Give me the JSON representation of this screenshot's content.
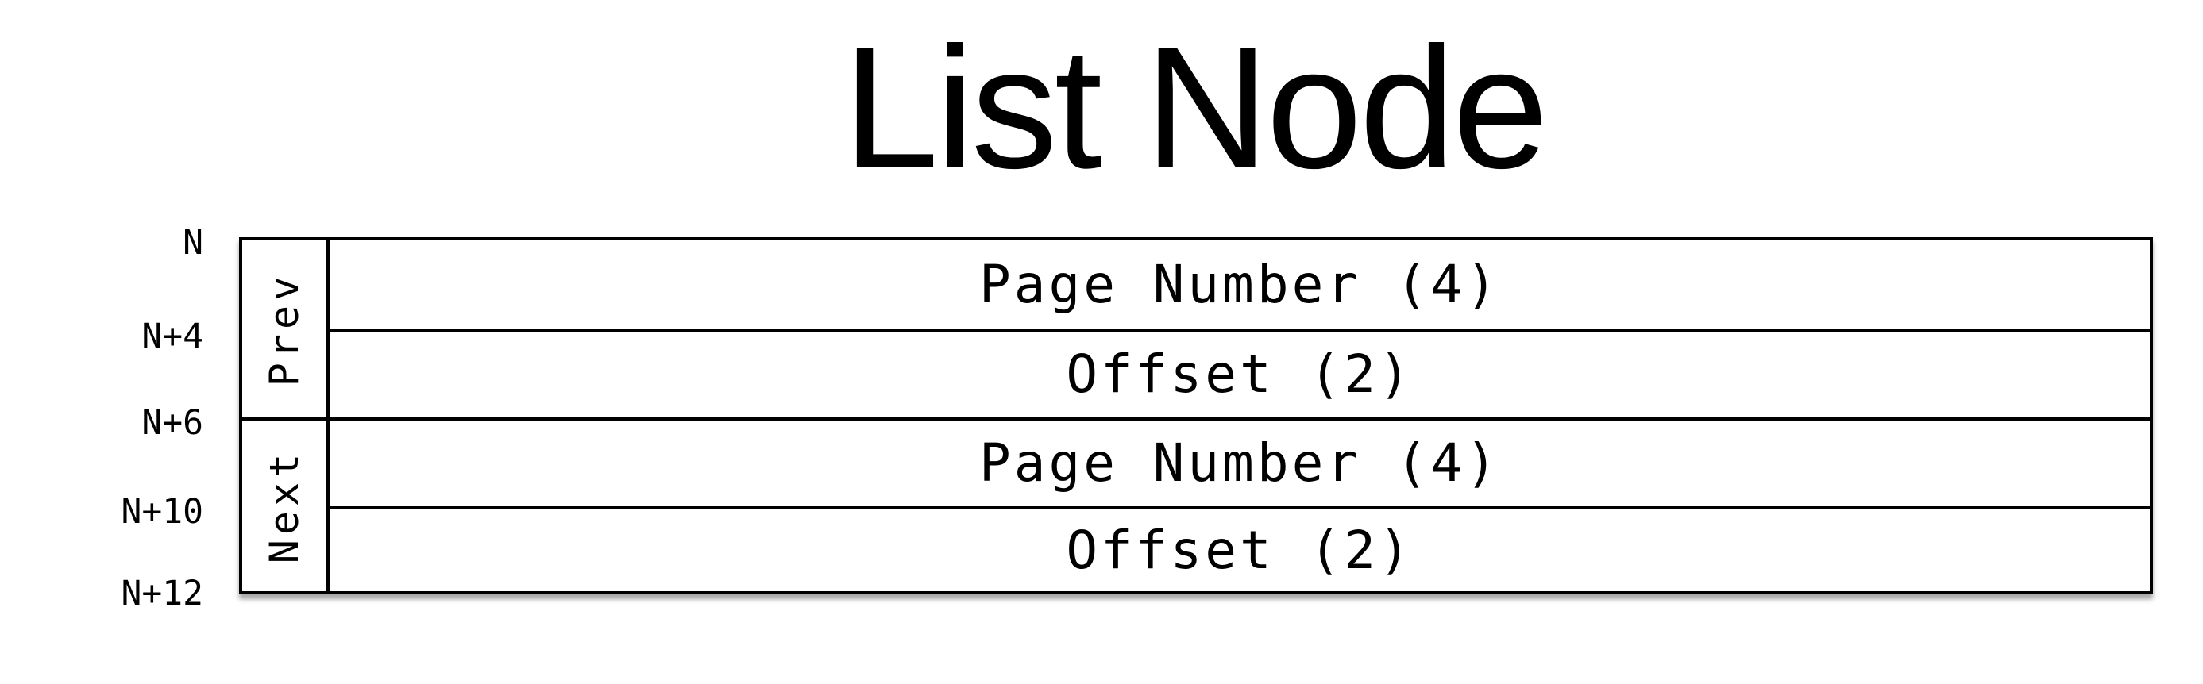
{
  "title": "List Node",
  "offsets": [
    "N",
    "N+4",
    "N+6",
    "N+10",
    "N+12"
  ],
  "groups": [
    {
      "label": "Prev",
      "fields": [
        "Page Number (4)",
        "Offset (2)"
      ]
    },
    {
      "label": "Next",
      "fields": [
        "Page Number (4)",
        "Offset (2)"
      ]
    }
  ]
}
